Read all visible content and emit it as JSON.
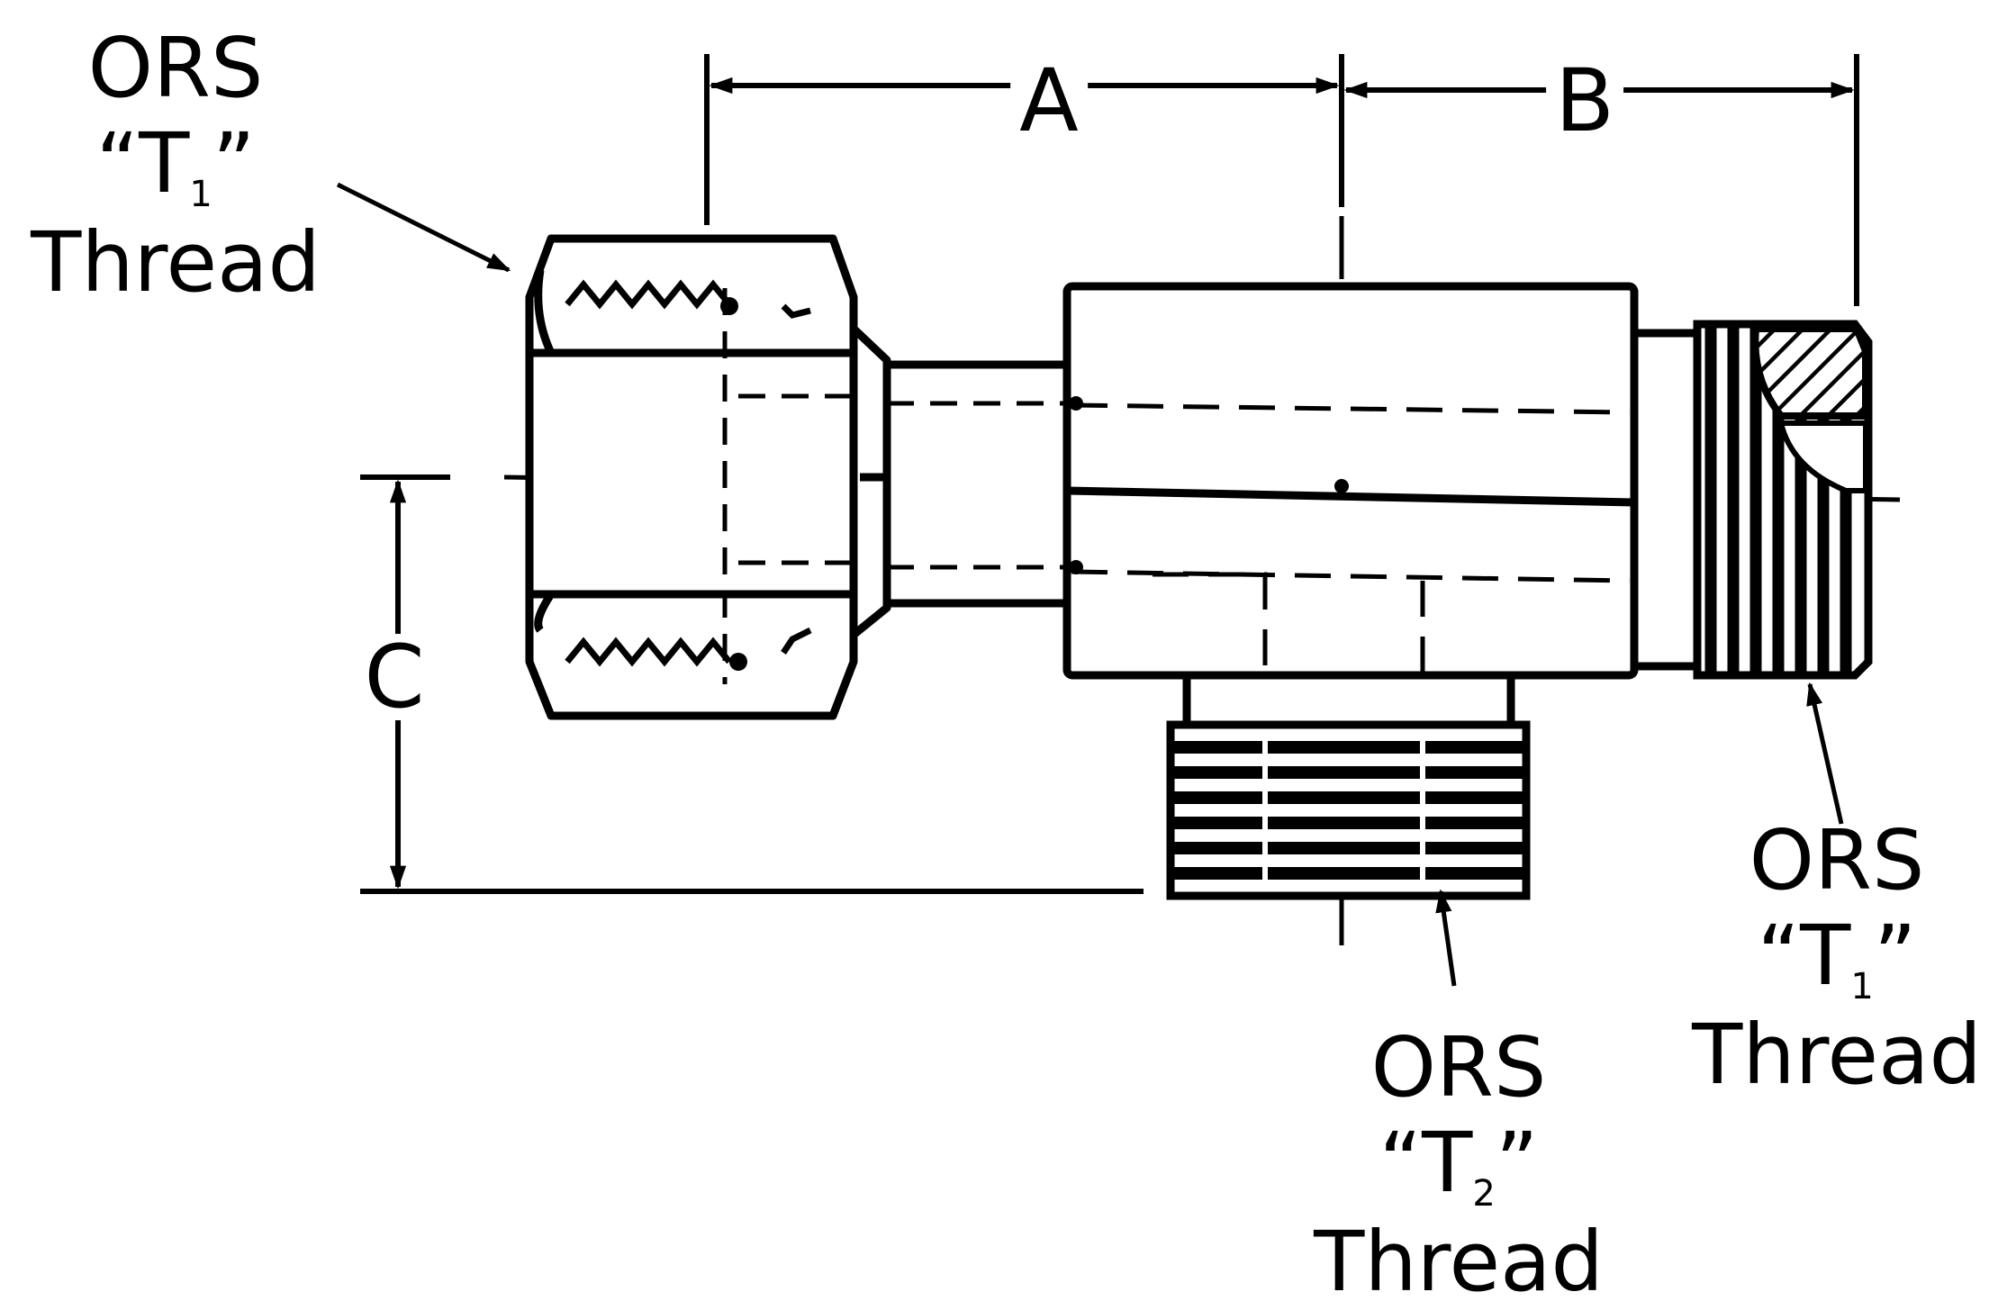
{
  "colors": {
    "ink": "#000000",
    "paper": "#ffffff"
  },
  "dimensions": {
    "a": "A",
    "b": "B",
    "c": "C"
  },
  "callouts": {
    "left": {
      "line1": "ORS",
      "q_open": "“T",
      "sub": "1",
      "q_close": "”",
      "line3": "Thread"
    },
    "bottom": {
      "line1": "ORS",
      "q_open": "“T",
      "sub": "2",
      "q_close": "”",
      "line3": "Thread"
    },
    "right": {
      "line1": "ORS",
      "q_open": "“T",
      "sub": "1",
      "q_close": "”",
      "line3": "Thread"
    }
  }
}
